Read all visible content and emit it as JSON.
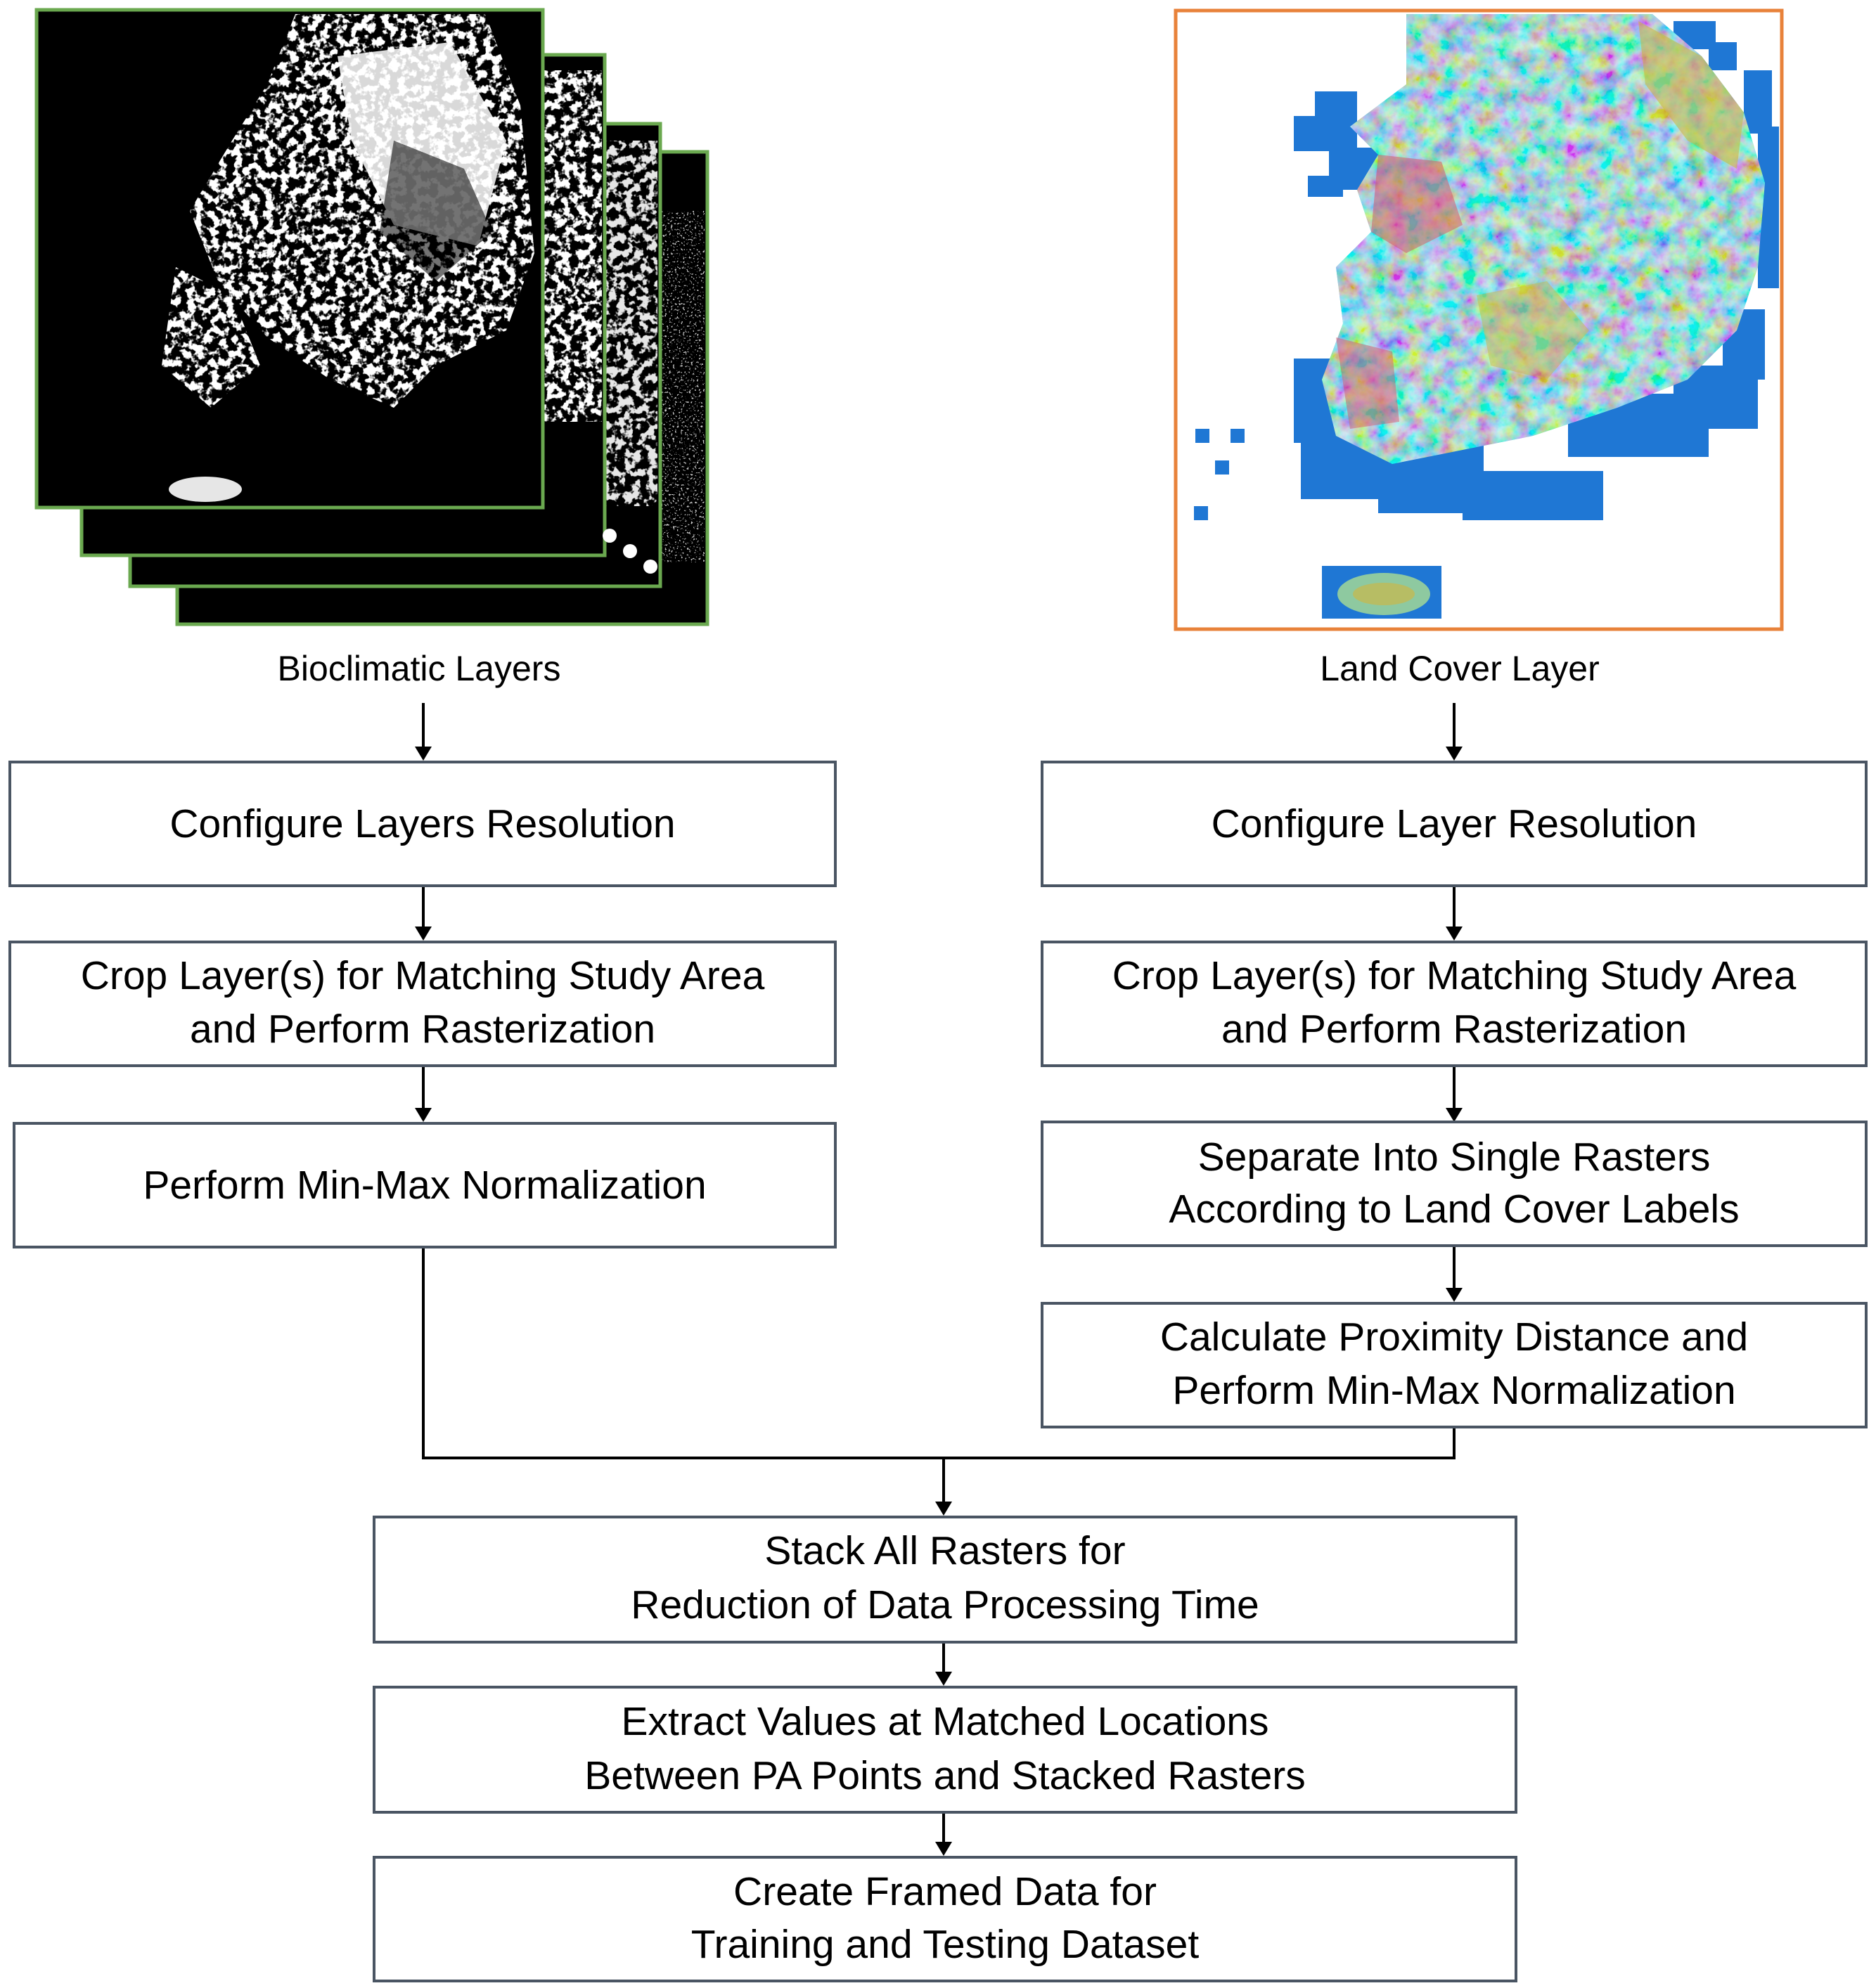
{
  "colors": {
    "bioclimatic_frame": "#6aa84f",
    "land_cover_frame": "#e8823a",
    "box_border": "#4a5563",
    "connector": "#000000"
  },
  "left_column": {
    "caption": "Bioclimatic Layers",
    "image_icon": "bioclimatic-raster-stack",
    "steps": [
      {
        "line1": "Configure Layers Resolution",
        "line2": ""
      },
      {
        "line1": "Crop Layer(s) for Matching Study Area",
        "line2": "and Perform Rasterization"
      },
      {
        "line1": "Perform Min-Max Normalization",
        "line2": ""
      }
    ]
  },
  "right_column": {
    "caption": "Land Cover Layer",
    "image_icon": "land-cover-map",
    "steps": [
      {
        "line1": "Configure Layer Resolution",
        "line2": ""
      },
      {
        "line1": "Crop Layer(s) for Matching Study Area",
        "line2": "and Perform Rasterization"
      },
      {
        "line1": "Separate Into Single Rasters",
        "line2": "According to Land Cover Labels"
      },
      {
        "line1": "Calculate Proximity Distance and",
        "line2": "Perform Min-Max Normalization"
      }
    ]
  },
  "merged_steps": [
    {
      "line1": "Stack All Rasters for",
      "line2": "Reduction of Data Processing Time"
    },
    {
      "line1": "Extract Values at Matched Locations",
      "line2": "Between PA Points and Stacked Rasters"
    },
    {
      "line1": "Create Framed Data for",
      "line2": "Training and Testing Dataset"
    }
  ]
}
